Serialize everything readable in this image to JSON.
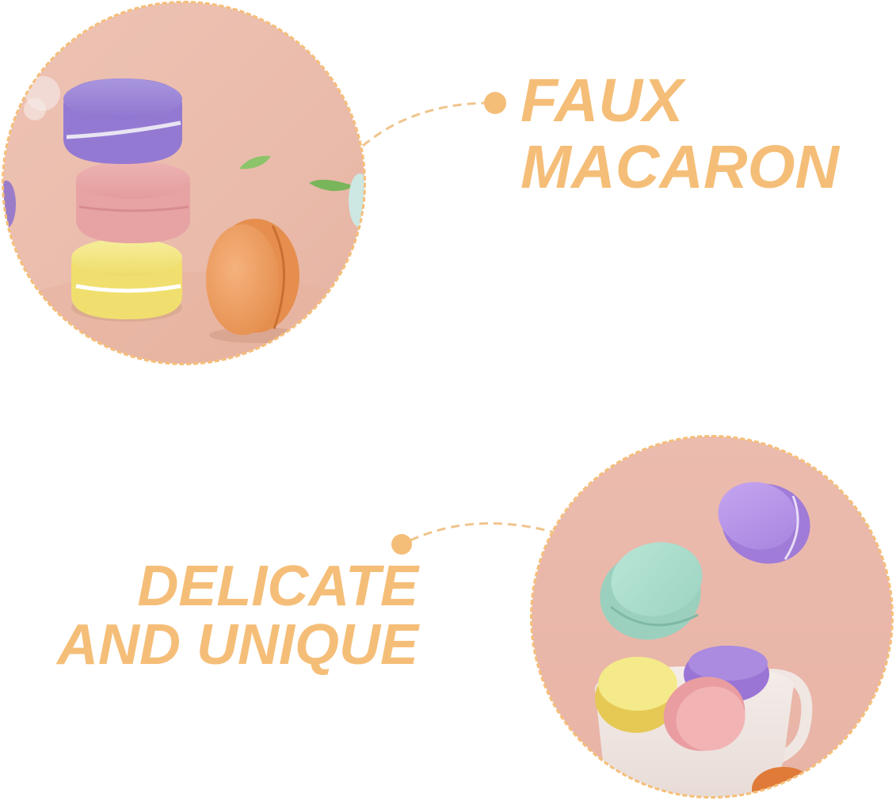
{
  "theme": {
    "accent": "#F5BE78",
    "background": "#FFFFFF",
    "photo_background": "#E9BBB0"
  },
  "features": [
    {
      "headline_lines": [
        "FAUX",
        "MACARON"
      ],
      "photo": {
        "alt": "Stack of purple, pink and yellow faux macarons with an orange macaron standing beside them on a pink backdrop with small green leaves",
        "macarons": [
          "purple",
          "pink",
          "yellow",
          "orange"
        ]
      }
    },
    {
      "headline_lines": [
        "DELICATE",
        "AND UNIQUE"
      ],
      "photo": {
        "alt": "Mint and purple faux macarons floating above a white cup filled with yellow, purple and pink macarons on a pink backdrop",
        "macarons": [
          "mint",
          "purple",
          "yellow",
          "purple",
          "pink",
          "orange"
        ]
      }
    }
  ]
}
